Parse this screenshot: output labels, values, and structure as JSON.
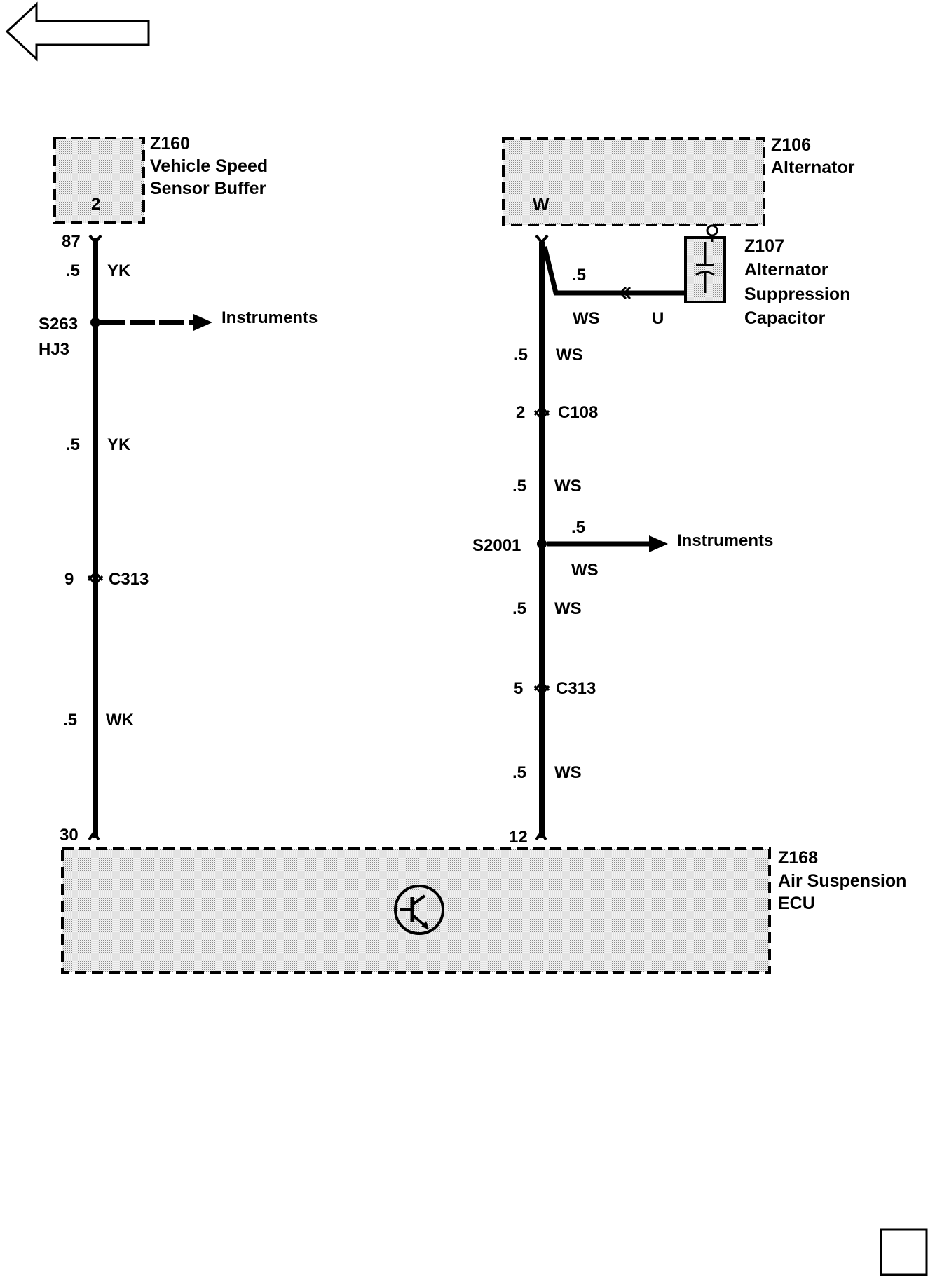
{
  "nav": {
    "back_icon": "left-arrow-outline-icon",
    "corner_icon": "empty-square-icon"
  },
  "z160": {
    "id": "Z160",
    "line1": "Vehicle Speed",
    "line2": "Sensor Buffer",
    "pin": "2"
  },
  "z106": {
    "id": "Z106",
    "name": "Alternator",
    "pin": "W"
  },
  "z107": {
    "id": "Z107",
    "line1": "Alternator",
    "line2": "Suppression",
    "line3": "Capacitor"
  },
  "z168": {
    "id": "Z168",
    "line1": "Air Suspension",
    "line2": "ECU",
    "symbol": "transistor-icon"
  },
  "left_circuit": {
    "top_pin": "87",
    "seg1": {
      "size": ".5",
      "color": "YK"
    },
    "splice": {
      "id": "S263",
      "harness": "HJ3",
      "branch_label": "Instruments"
    },
    "seg2": {
      "size": ".5",
      "color": "YK"
    },
    "connector": {
      "pin": "9",
      "id": "C313"
    },
    "seg3": {
      "size": ".5",
      "color": "WK"
    },
    "bottom_pin": "30"
  },
  "right_circuit": {
    "capacitor_wire": {
      "size": ".5",
      "color_left": "WS",
      "color_right": "U"
    },
    "seg1": {
      "size": ".5",
      "color": "WS"
    },
    "connector1": {
      "pin": "2",
      "id": "C108"
    },
    "seg2": {
      "size": ".5",
      "color": "WS"
    },
    "splice": {
      "id": "S2001",
      "branch_size": ".5",
      "branch_color": "WS",
      "branch_label": "Instruments"
    },
    "seg3": {
      "size": ".5",
      "color": "WS"
    },
    "connector2": {
      "pin": "5",
      "id": "C313"
    },
    "seg4": {
      "size": ".5",
      "color": "WS"
    },
    "bottom_pin": "12"
  }
}
